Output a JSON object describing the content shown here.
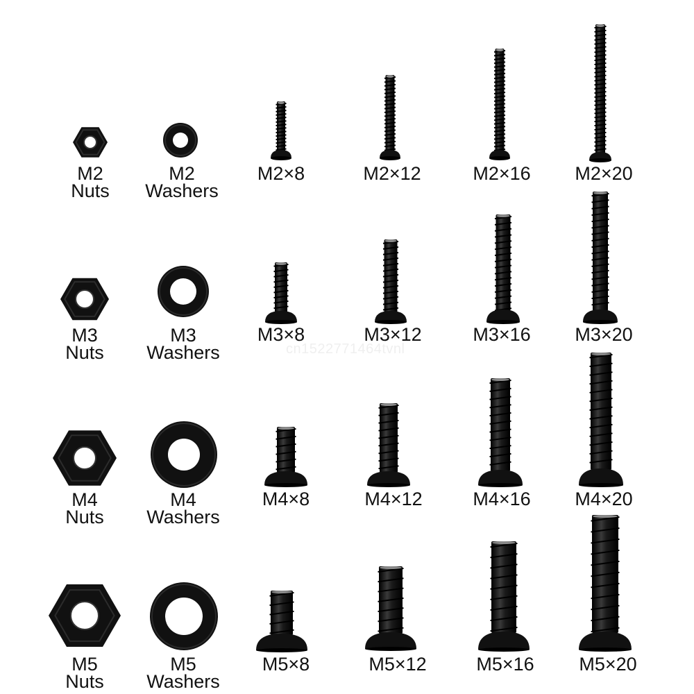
{
  "rows": [
    {
      "size": "M2",
      "nut": {
        "line1": "M2",
        "line2": "Nuts"
      },
      "washer": {
        "line1": "M2",
        "line2": "Washers"
      },
      "screws": [
        "M2×8",
        "M2×12",
        "M2×16",
        "M2×20"
      ]
    },
    {
      "size": "M3",
      "nut": {
        "line1": "M3",
        "line2": "Nuts"
      },
      "washer": {
        "line1": "M3",
        "line2": "Washers"
      },
      "screws": [
        "M3×8",
        "M3×12",
        "M3×16",
        "M3×20"
      ]
    },
    {
      "size": "M4",
      "nut": {
        "line1": "M4",
        "line2": "Nuts"
      },
      "washer": {
        "line1": "M4",
        "line2": "Washers"
      },
      "screws": [
        "M4×8",
        "M4×12",
        "M4×16",
        "M4×20"
      ]
    },
    {
      "size": "M5",
      "nut": {
        "line1": "M5",
        "line2": "Nuts"
      },
      "washer": {
        "line1": "M5",
        "line2": "Washers"
      },
      "screws": [
        "M5×8",
        "M5×12",
        "M5×16",
        "M5×20"
      ]
    }
  ],
  "watermark": "cn1522771464tvnl",
  "colors": {
    "hardware": "#111111",
    "background": "#ffffff",
    "label": "#111111"
  }
}
